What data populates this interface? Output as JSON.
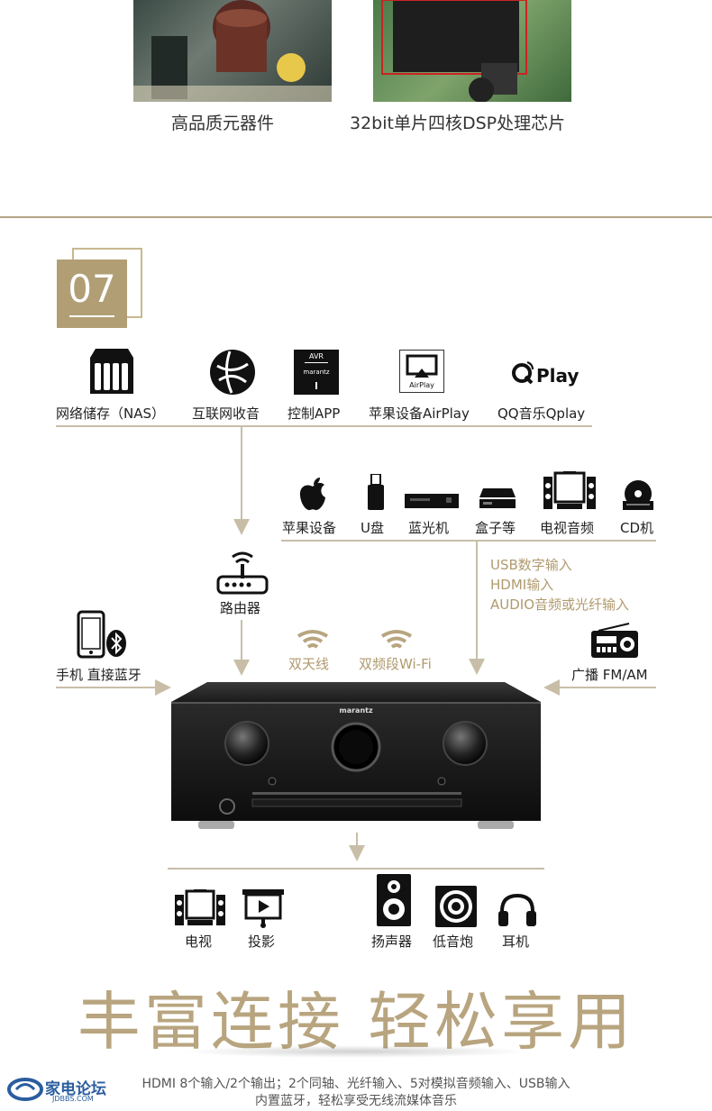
{
  "top": {
    "caption_left": "高品质元器件",
    "caption_right": "32bit单片四核DSP处理芯片"
  },
  "section": {
    "number": "07"
  },
  "sources_row1": [
    {
      "label": "网络储存（NAS）",
      "icon": "nas-icon"
    },
    {
      "label": "互联网收音",
      "icon": "internet-radio-icon"
    },
    {
      "label": "控制APP",
      "icon": "control-app-icon",
      "icon_text_top": "AVR",
      "icon_text_mid": "marantz"
    },
    {
      "label": "苹果设备AirPlay",
      "icon": "airplay-icon",
      "icon_text": "AirPlay"
    },
    {
      "label": "QQ音乐Qplay",
      "icon": "qplay-icon",
      "icon_text": "Play"
    }
  ],
  "sources_row2": [
    {
      "label": "苹果设备",
      "icon": "apple-icon"
    },
    {
      "label": "U盘",
      "icon": "usb-drive-icon"
    },
    {
      "label": "蓝光机",
      "icon": "bluray-player-icon"
    },
    {
      "label": "盒子等",
      "icon": "set-top-box-icon"
    },
    {
      "label": "电视音频",
      "icon": "tv-audio-icon"
    },
    {
      "label": "CD机",
      "icon": "cd-player-icon"
    }
  ],
  "router_label": "路由器",
  "inputs_text": [
    "USB数字输入",
    "HDMI输入",
    "AUDIO音频或光纤输入"
  ],
  "phone_label": "手机 直接蓝牙",
  "dual_antenna_label": "双天线",
  "dual_band_label": "双频段Wi-Fi",
  "radio_label": "广播 FM/AM",
  "amp": {
    "brand": "marantz"
  },
  "outputs": [
    {
      "label": "电视",
      "icon": "tv-icon"
    },
    {
      "label": "投影",
      "icon": "projector-icon"
    },
    {
      "label": "扬声器",
      "icon": "speaker-icon"
    },
    {
      "label": "低音炮",
      "icon": "subwoofer-icon"
    },
    {
      "label": "耳机",
      "icon": "headphones-icon"
    }
  ],
  "headline": "丰富连接 轻松享用",
  "bottom_lines": [
    "HDMI 8个输入/2个输出；2个同轴、光纤输入、5对模拟音频输入、USB输入",
    "内置蓝牙，轻松享受无线流媒体音乐"
  ],
  "watermark": {
    "name": "家电论坛",
    "site": "JDBBS.COM"
  },
  "colors": {
    "gold": "#b09a6e",
    "line": "#c8bea8"
  }
}
